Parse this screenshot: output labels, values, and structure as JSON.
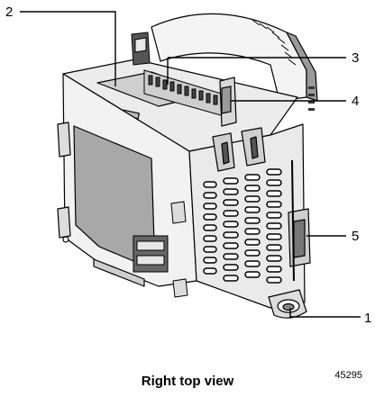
{
  "callouts": {
    "c1": "1",
    "c2": "2",
    "c3": "3",
    "c4": "4",
    "c5": "5"
  },
  "caption": "Right top view",
  "figure_id": "45295"
}
